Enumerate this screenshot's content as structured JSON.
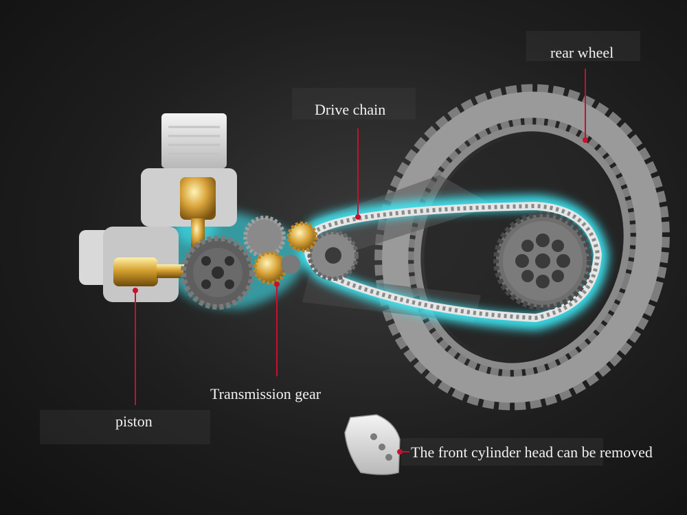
{
  "labels": {
    "rear_wheel": "rear wheel",
    "drive_chain": "Drive chain",
    "transmission_gear": "Transmission gear",
    "piston": "piston",
    "cylinder_head": "The front cylinder head can be removed"
  },
  "colors": {
    "leader": "#c8102e",
    "glow": "#3ff2ff",
    "piston_gold": "#d9a43a",
    "plastic_grey": "#9a9a9a",
    "tire_grey": "#8a8a8a"
  }
}
